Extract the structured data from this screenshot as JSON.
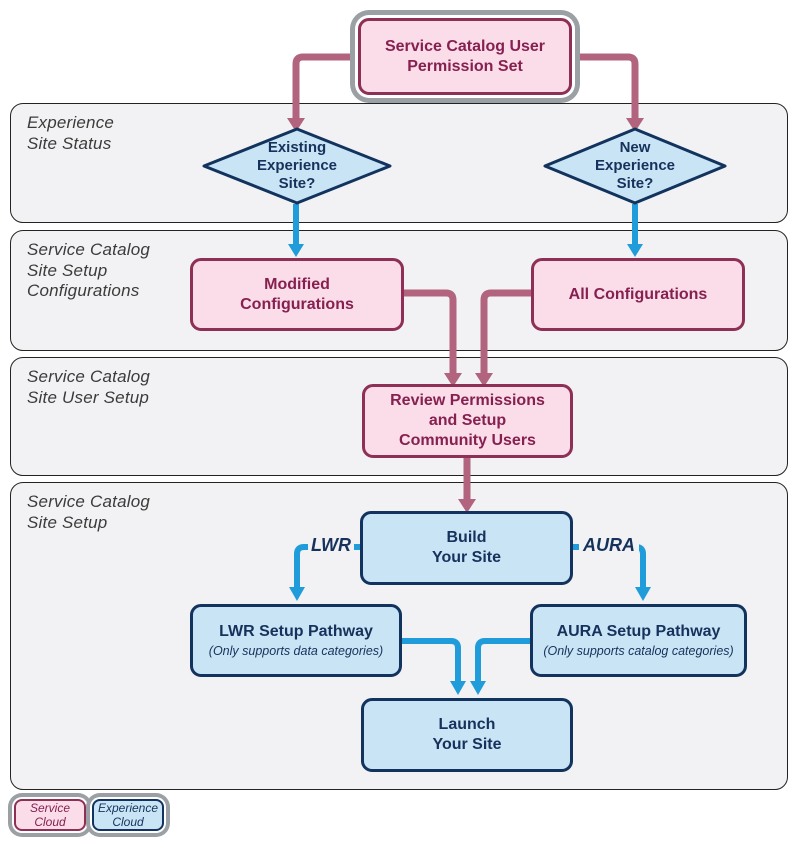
{
  "bands": [
    {
      "label": "Experience\nSite Status"
    },
    {
      "label": "Service Catalog\nSite Setup\nConfigurations"
    },
    {
      "label": "Service Catalog\nSite User Setup"
    },
    {
      "label": "Service Catalog\nSite Setup"
    }
  ],
  "nodes": {
    "permission_set": "Service Catalog User\nPermission Set",
    "existing_site": "Existing\nExperience\nSite?",
    "new_site": "New\nExperience\nSite?",
    "modified_config": "Modified\nConfigurations",
    "all_config": "All Configurations",
    "review_permissions": "Review Permissions\nand Setup\nCommunity Users",
    "build_site": "Build\nYour Site",
    "lwr_pathway": {
      "title": "LWR Setup Pathway",
      "subtitle": "(Only supports data categories)"
    },
    "aura_pathway": {
      "title": "AURA Setup Pathway",
      "subtitle": "(Only supports catalog categories)"
    },
    "launch_site": "Launch\nYour Site"
  },
  "edge_labels": {
    "lwr": "LWR",
    "aura": "AURA"
  },
  "legend": [
    {
      "label": "Service\nCloud"
    },
    {
      "label": "Experience\nCloud"
    }
  ],
  "colors": {
    "service_cloud_fill": "#fbdde9",
    "service_cloud_border": "#8e3055",
    "service_cloud_text": "#862051",
    "service_cloud_connector": "#b2647f",
    "experience_cloud_fill": "#c9e4f4",
    "experience_cloud_border": "#12335e",
    "experience_cloud_text": "#16325c",
    "experience_cloud_connector": "#1f9cd9",
    "band_fill": "#f2f2f4",
    "band_border": "#232323",
    "band_label_text": "#3b3b3b",
    "outer_ring_gray": "#9ba0a5"
  }
}
